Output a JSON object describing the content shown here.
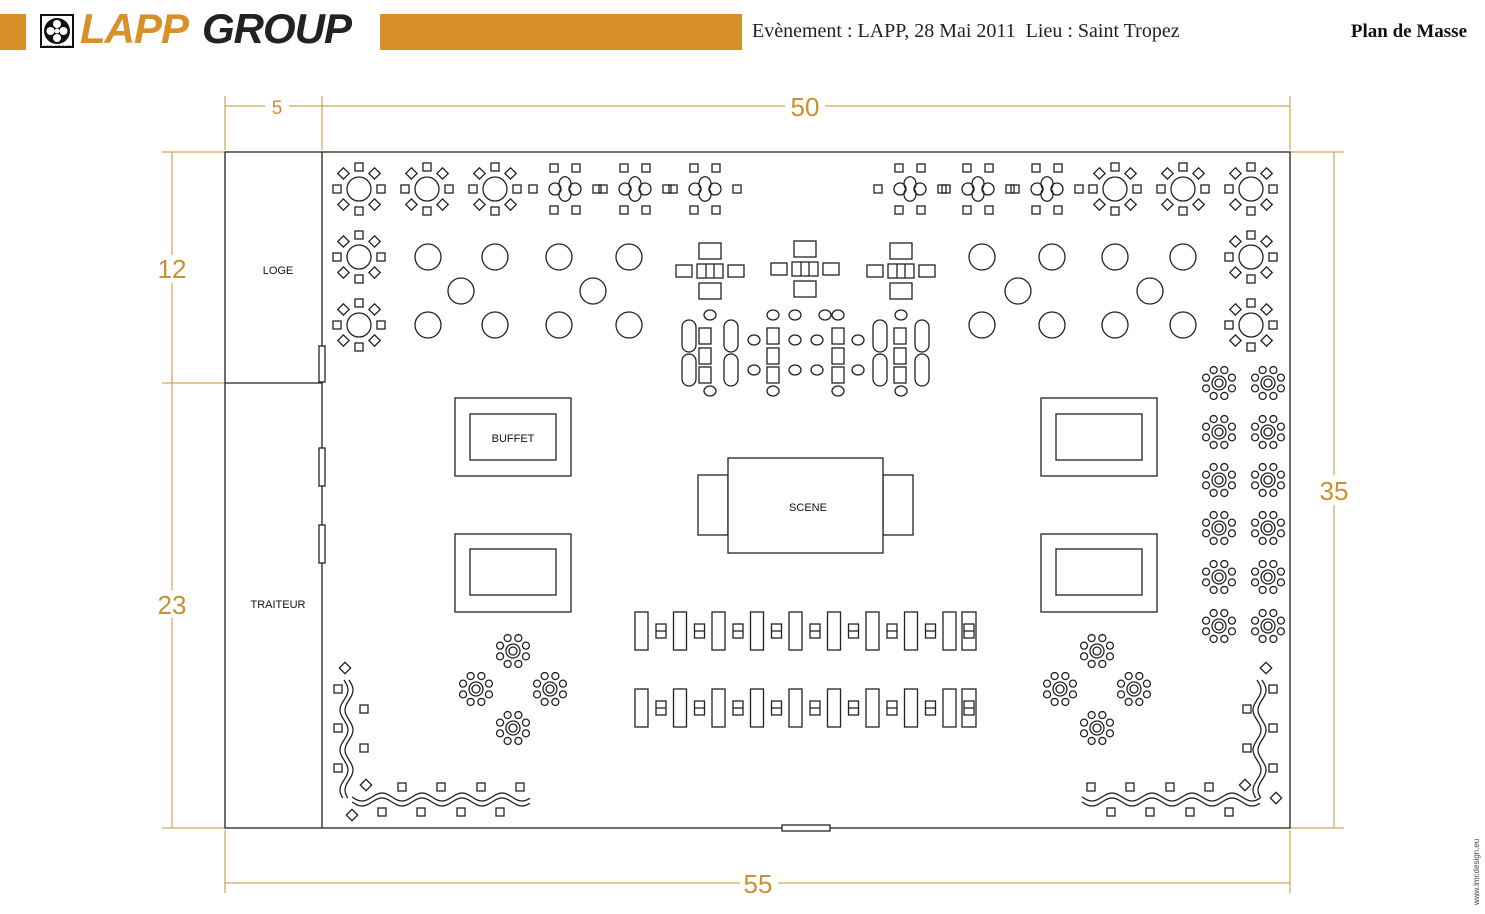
{
  "header": {
    "logo_small_text": "LAPP GROUP",
    "logo_word_1": "LAPP",
    "logo_word_2": "GROUP",
    "event_line": "Evènement : LAPP, 28 Mai 2011  Lieu : Saint Tropez",
    "title": "Plan de Masse"
  },
  "credit": "www.lmcdesign.eu",
  "colors": {
    "accent": "#d8912a",
    "dimension": "#c99034",
    "line": "#222222"
  },
  "dimensions": {
    "top_left": "5",
    "top": "50",
    "bottom": "55",
    "right": "35",
    "left_upper": "12",
    "left_lower": "23"
  },
  "rooms": {
    "loge": "LOGE",
    "traiteur": "TRAITEUR"
  },
  "zones": {
    "buffet": "BUFFET",
    "scene": "SCENE"
  }
}
